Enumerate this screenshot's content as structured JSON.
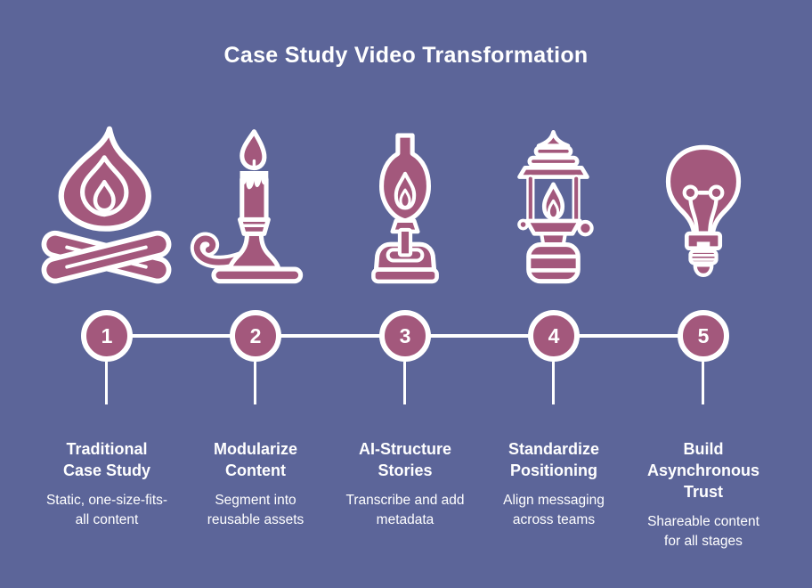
{
  "title": "Case Study Video Transformation",
  "colors": {
    "background": "#5c6599",
    "accent": "#a3587c",
    "outline": "#ffffff",
    "text": "#ffffff"
  },
  "stages": [
    {
      "number": "1",
      "icon": "campfire-icon",
      "heading": "Traditional\nCase Study",
      "description": "Static, one-size-fits-\nall content"
    },
    {
      "number": "2",
      "icon": "candlestick-icon",
      "heading": "Modularize\nContent",
      "description": "Segment into\nreusable assets"
    },
    {
      "number": "3",
      "icon": "oil-lamp-icon",
      "heading": "AI-Structure\nStories",
      "description": "Transcribe and add\nmetadata"
    },
    {
      "number": "4",
      "icon": "lantern-icon",
      "heading": "Standardize\nPositioning",
      "description": "Align messaging\nacross teams"
    },
    {
      "number": "5",
      "icon": "light-bulb-icon",
      "heading": "Build\nAsynchronous\nTrust",
      "description": "Shareable content\nfor all stages"
    }
  ]
}
